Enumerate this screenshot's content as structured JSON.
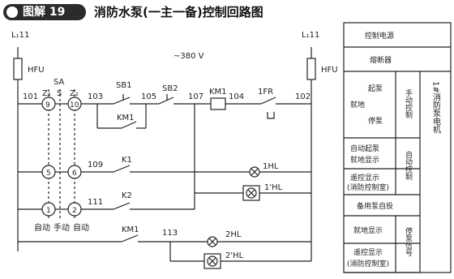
{
  "figure": {
    "label": "图解 19",
    "title": "消防水泵(一主一备)控制回路图"
  },
  "supply": {
    "left_line": "L₁11",
    "right_line": "L₁11",
    "voltage": "~380 V",
    "left_fuse": "HFU",
    "right_fuse": "HFU"
  },
  "switch": {
    "label": "SA",
    "positions": [
      "Z₁",
      "S",
      "Z₂"
    ],
    "modes": [
      "自动",
      "手动",
      "自动"
    ]
  },
  "contacts": {
    "sb1": "SB1",
    "sb2": "SB2",
    "km1_hold": "KM1",
    "coil": "KM1",
    "thermal": "1FR",
    "k1": "K1",
    "k2": "K2",
    "km1_aux": "KM1"
  },
  "nodes": {
    "n101": "101",
    "n103": "103",
    "n105": "105",
    "n107": "107",
    "n104": "104",
    "n102": "102",
    "n109": "109",
    "n111": "111",
    "n113": "113"
  },
  "terminals": {
    "t9": "9",
    "t10": "10",
    "t5": "5",
    "t6": "6",
    "t1": "1",
    "t2": "2"
  },
  "lamps": {
    "hl1": "1HL",
    "hl1_remote": "1'HL",
    "hl2": "2HL",
    "hl2_remote": "2'HL"
  },
  "legend": {
    "power": "控制电源",
    "fuse": "熔断器",
    "local_start": "起泵",
    "local_label": "就地",
    "local_stop": "停泵",
    "manual_ctrl": "手动控制",
    "auto_start": "自动起泵",
    "local_display": "就地显示",
    "auto_ctrl": "自动控制",
    "remote_display": "遥控显示",
    "fire_room": "(消防控制室)",
    "backup_auto": "备用泵自投",
    "local_display_2": "就地显示",
    "remote_display_2": "遥控显示",
    "fire_room_2": "(消防控制室)",
    "stop_signal": "停泵信号",
    "pump_motor": "1#消防泵电机"
  }
}
